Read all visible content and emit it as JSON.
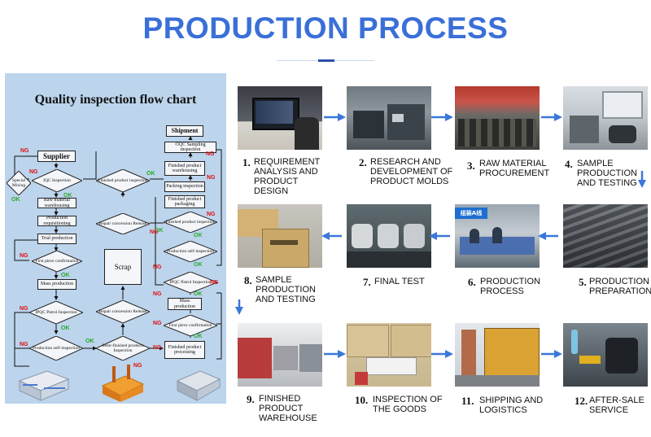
{
  "header": {
    "title": "PRODUCTION PROCESS"
  },
  "flowchart": {
    "title": "Quality inspection flow chart",
    "nodes": {
      "supplier": "Supplier",
      "special_mixing": "Special Mixing",
      "iqc": "IQC Inspection",
      "raw_warehousing": "Raw material warehousing",
      "requisitioning": "Production requisitioning",
      "trial": "Trial production",
      "first_piece": "First piece confirmation",
      "mass": "Mass production",
      "ipqc": "IPQC Patrol Inspection",
      "self_inspection": "Production self-inspection",
      "semi_finished": "Semi-finished products Inspection",
      "repair_1": "Repair concession Release",
      "scrap": "Scrap",
      "repair_2": "Repair concession Release",
      "finished_insp": "Finished product inspection",
      "shipment": "Shipment",
      "oqc": "OQC Sampling inspection",
      "fp_warehousing": "Finished product warehousing",
      "packing_insp": "Packing inspection",
      "fp_packaging": "Finished product packaging",
      "fp_inspection2": "Finished product inspection",
      "prod_self": "Production self-inspection",
      "ipqc2": "IPQC Patrol Inspection",
      "mass2": "Mass production",
      "first_piece2": "First piece confirmation",
      "fp_processing": "Finished product processing"
    },
    "ng": "NG",
    "ok": "OK"
  },
  "steps": [
    {
      "num": "1.",
      "label": "REQUIREMENT ANALYSIS AND PRODUCT DESIGN"
    },
    {
      "num": "2.",
      "label": "RESEARCH AND DEVELOPMENT OF PRODUCT MOLDS"
    },
    {
      "num": "3.",
      "label": "RAW MATERIAL PROCUREMENT"
    },
    {
      "num": "4.",
      "label": "SAMPLE PRODUCTION AND TESTING"
    },
    {
      "num": "5.",
      "label": "PRODUCTION PREPARATION"
    },
    {
      "num": "6.",
      "label": "PRODUCTION PROCESS"
    },
    {
      "num": "7.",
      "label": "FINAL TEST"
    },
    {
      "num": "8.",
      "label": "SAMPLE PRODUCTION AND TESTING"
    },
    {
      "num": "9.",
      "label": "FINISHED PRODUCT WAREHOUSE"
    },
    {
      "num": "10.",
      "label": "INSPECTION OF THE GOODS"
    },
    {
      "num": "11.",
      "label": "SHIPPING AND LOGISTICS"
    },
    {
      "num": "12.",
      "label": "AFTER-SALE SERVICE"
    }
  ],
  "photo_sign": "组装A线",
  "colors": {
    "title": "#3a6fd8",
    "arrow": "#3b78d8",
    "panel": "#bcd4ec",
    "ng": "#e01010",
    "ok": "#2aa82a"
  }
}
